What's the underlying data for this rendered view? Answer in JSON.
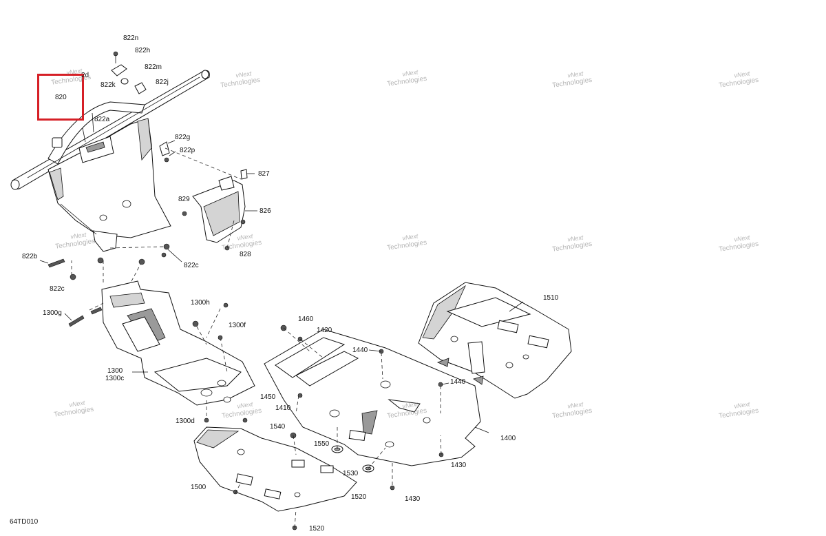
{
  "diagram": {
    "code": "64TD010",
    "watermark": {
      "line1": "vNext",
      "line2": "Technologies"
    },
    "callouts": {
      "p822n": "822n",
      "p822h": "822h",
      "p822m": "822m",
      "p822d": "2d",
      "p822k": "822k",
      "p822j": "822j",
      "p820": "820",
      "p822a": "822a",
      "p822g": "822g",
      "p822p": "822p",
      "p827": "827",
      "p829": "829",
      "p826": "826",
      "p828": "828",
      "p822b": "822b",
      "p822c_left": "822c",
      "p822c_right": "822c",
      "p1300g": "1300g",
      "p1300h": "1300h",
      "p1300f": "1300f",
      "p1300": "1300",
      "p1300c": "1300c",
      "p1300d": "1300d",
      "p1460": "1460",
      "p1420": "1420",
      "p1440_top": "1440",
      "p1440_right": "1440",
      "p1510": "1510",
      "p1450": "1450",
      "p1410": "1410",
      "p1400": "1400",
      "p1540": "1540",
      "p1550": "1550",
      "p1530": "1530",
      "p1520_mid": "1520",
      "p1520_bottom": "1520",
      "p1500": "1500",
      "p1430_right": "1430",
      "p1430_bottom": "1430"
    },
    "highlight_color": "#d61f26"
  }
}
